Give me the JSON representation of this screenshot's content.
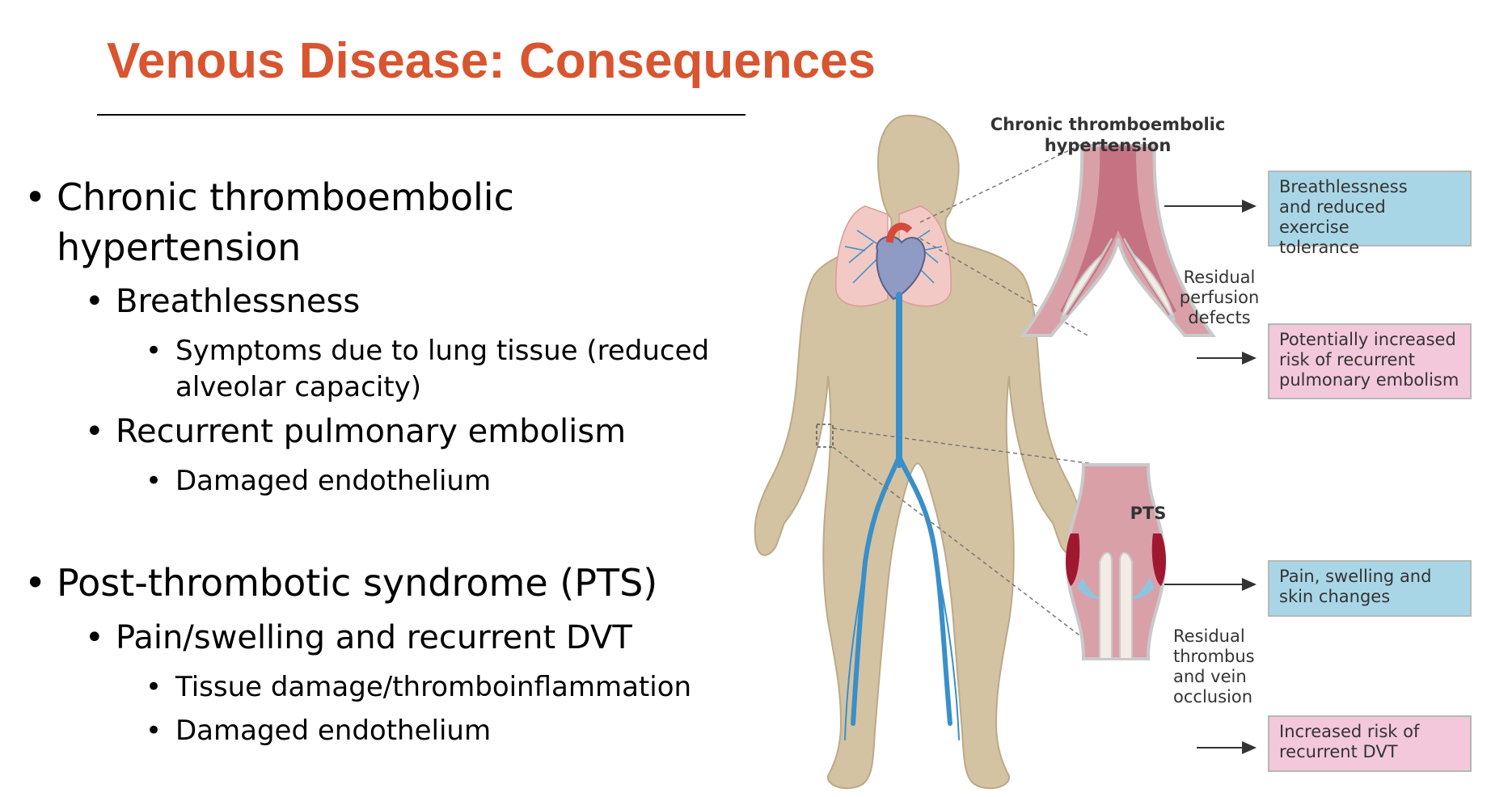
{
  "title": "Venous Disease: Consequences",
  "bullets": {
    "cteph": {
      "line1": "Chronic thromboembolic",
      "line2": "hypertension",
      "breathlessness": "Breathlessness",
      "symptoms_line1": "Symptoms due to lung tissue (reduced",
      "symptoms_line2": "alveolar capacity)",
      "recurrent_pe": "Recurrent pulmonary embolism",
      "damaged_endothelium": "Damaged endothelium"
    },
    "pts": {
      "heading": "Post-thrombotic syndrome (PTS)",
      "pain_swelling": "Pain/swelling and recurrent DVT",
      "tissue_damage": "Tissue damage/thromboinflammation",
      "damaged_endothelium": "Damaged endothelium"
    },
    "bullet_glyph": "•"
  },
  "figure": {
    "cteph_heading_line1": "Chronic thromboembolic",
    "cteph_heading_line2": "hypertension",
    "residual_perfusion_line1": "Residual",
    "residual_perfusion_line2": "perfusion",
    "residual_perfusion_line3": "defects",
    "box_breathlessness_line1": "Breathlessness",
    "box_breathlessness_line2": "and reduced exercise",
    "box_breathlessness_line3": "tolerance",
    "box_recurrent_pe_line1": "Potentially increased",
    "box_recurrent_pe_line2": "risk of recurrent",
    "box_recurrent_pe_line3": "pulmonary embolism",
    "pts_heading": "PTS",
    "residual_thrombus_line1": "Residual",
    "residual_thrombus_line2": "thrombus",
    "residual_thrombus_line3": "and vein",
    "residual_thrombus_line4": "occlusion",
    "box_pain_line1": "Pain, swelling and",
    "box_pain_line2": "skin changes",
    "box_dvt_line1": "Increased risk of",
    "box_dvt_line2": "recurrent DVT"
  },
  "colors": {
    "title": "#d8552f",
    "box_blue": "#a9d6e6",
    "box_pink": "#f3c8db",
    "body_silhouette": "#d3c3a3",
    "vein_blue": "#3a8fc8",
    "vessel_pink": "#d9a0a8"
  }
}
